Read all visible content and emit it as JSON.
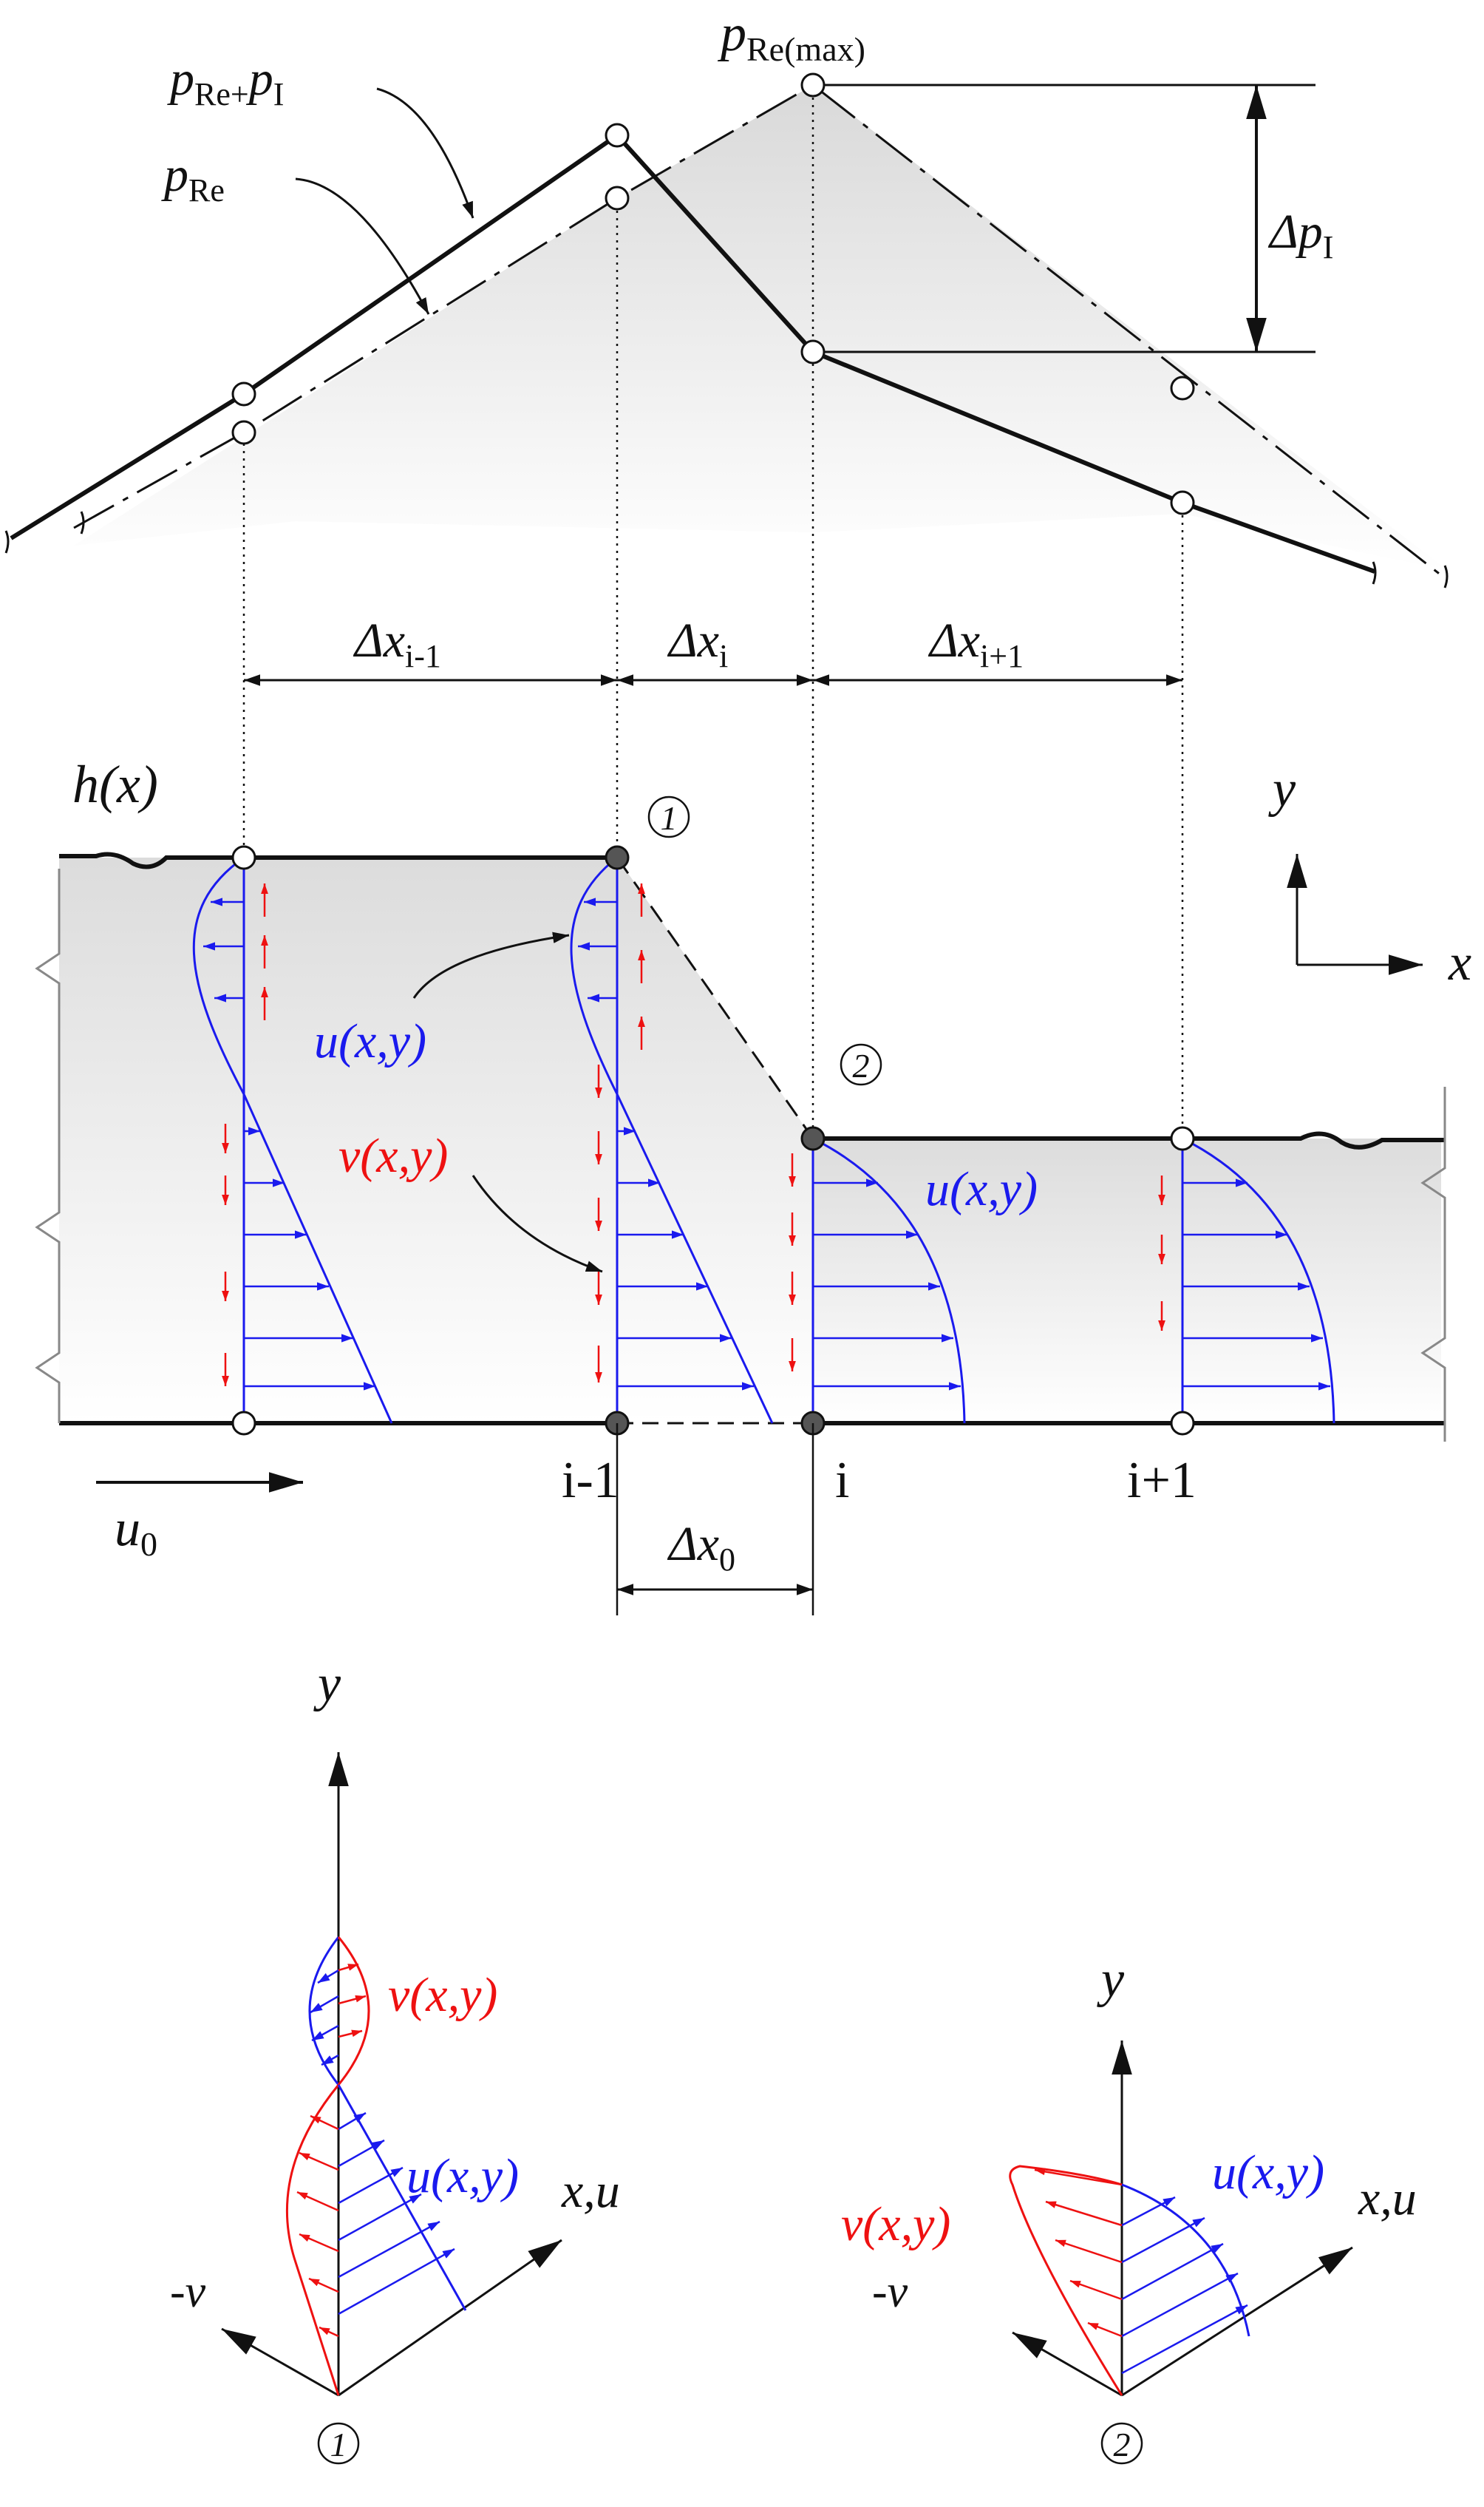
{
  "colors": {
    "ink": "#111111",
    "u_profile": "#1a1aee",
    "v_profile": "#ee1111",
    "node_dark": "#555555",
    "fill_gray": "#e6e6e6"
  },
  "labels": {
    "p_re_pi": "p",
    "p_re_pi_sub1": "Re+",
    "p_re_pi_p": "p",
    "p_re_pi_sub2": "I",
    "p_re": "p",
    "p_re_sub": "Re",
    "p_max": "p",
    "p_max_sub": "Re(max)",
    "delta_pi": "Δp",
    "delta_pi_sub": "I",
    "dx_im1": "Δx",
    "dx_im1_sub": "i-1",
    "dx_i": "Δx",
    "dx_i_sub": "i",
    "dx_ip1": "Δx",
    "dx_ip1_sub": "i+1",
    "h_x": "h(x)",
    "axis_y": "y",
    "axis_x": "x",
    "node1": "1",
    "node2": "2",
    "u_xy": "u(x,y)",
    "v_xy": "v(x,y)",
    "node_im1": "i-1",
    "node_i": "i",
    "node_ip1": "i+1",
    "u0": "u",
    "u0_sub": "0",
    "dx0": "Δx",
    "dx0_sub": "0",
    "detail_axis_y": "y",
    "detail_axis_xu": "x,u",
    "detail_axis_v": "-v"
  }
}
